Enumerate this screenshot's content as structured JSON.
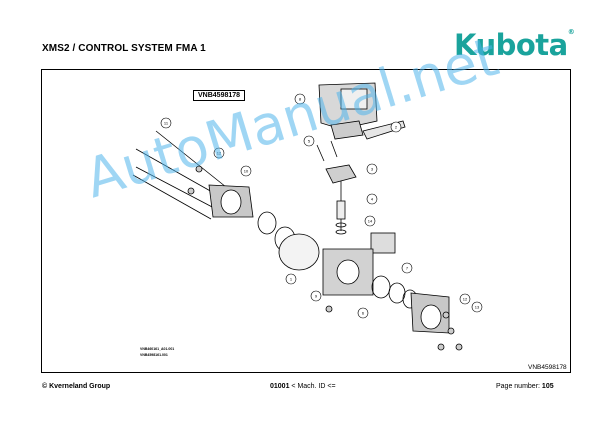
{
  "header": {
    "title": "XMS2 / CONTROL SYSTEM FMA 1",
    "logo": "Kubota",
    "logo_mark": "®"
  },
  "diagram": {
    "ref_label": "VNB4598178",
    "ref_label_bottom": "VNB4598178",
    "bottom_left_1": "VNB460161_A01.001",
    "bottom_left_2": "VNB4598161.001",
    "callouts": [
      "1",
      "2",
      "3",
      "4",
      "5",
      "6",
      "7",
      "8",
      "9",
      "10",
      "11",
      "12",
      "13",
      "14"
    ]
  },
  "watermark": "AutoManual.net",
  "footer": {
    "left": "© Kverneland Group",
    "middle_code": "01001",
    "middle_rest": " < Mach. ID <=",
    "right_prefix": "Page number: ",
    "right_number": "105"
  }
}
